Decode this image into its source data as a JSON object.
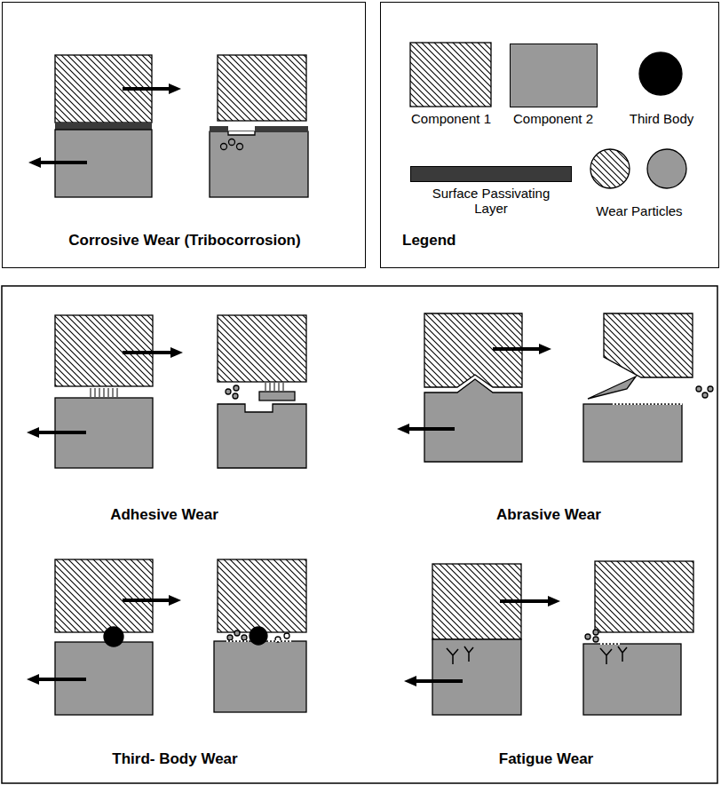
{
  "diagram": {
    "nodes": [
      {
        "text": [
          "Corrosive Wear (Tribocorrosion)"
        ]
      },
      {
        "text": [
          "Legend"
        ]
      }
    ],
    "labels": [
      "Adhesive Wear",
      "Abrasive Wear",
      "Third- Body Wear",
      "Fatigue Wear"
    ],
    "legend": [
      {
        "text": "Component 1"
      },
      {
        "text": "Component 2",
        "color": "#999999"
      },
      {
        "text": "Third Body"
      },
      {
        "text": "Surface Passivating Layer",
        "color": "#3a3a3a"
      },
      {
        "text": "Wear Particles"
      }
    ]
  }
}
